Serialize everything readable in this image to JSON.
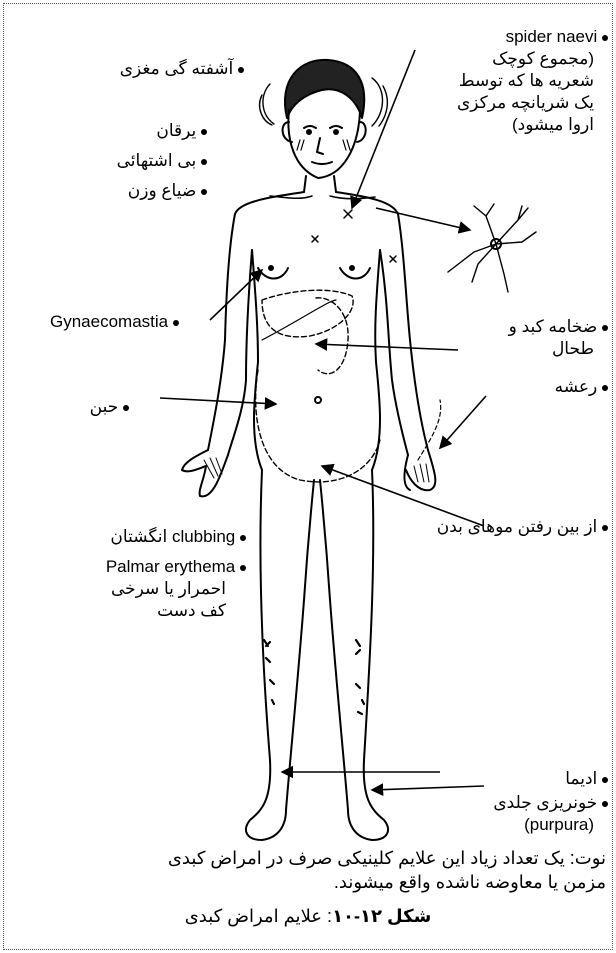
{
  "labels": {
    "spider_title": "spider naevi",
    "spider_lines": [
      "(مجموع کوچک",
      "شعریه ها که توسط",
      "یک شریانچه مرکزی",
      "اروا میشود)"
    ],
    "confusion": "آشفته گی مغزی",
    "jaundice": "یرقان",
    "anorexia": "بی اشتهائی",
    "weight_loss": "ضیاع وزن",
    "gynaecomastia": "Gynaecomastia",
    "liver_spleen_lines": [
      "ضخامه کبد و",
      "طحال"
    ],
    "tremor": "رعشه",
    "ascites": "حبن",
    "hair_loss": "از بین رفتن موهای بدن",
    "clubbing": "clubbing انگشتان",
    "palmar_title": "Palmar erythema",
    "palmar_lines": [
      "احمرار یا سرخی",
      "کف دست"
    ],
    "oedema": "ادیما",
    "purpura_title": "خونریزی جلدی",
    "purpura_en": "(purpura)"
  },
  "note": {
    "line1": "نوت: یک تعداد زیاد این علایم کلینیکی صرف در امراض کبدی",
    "line2": "مزمن یا معاوضه ناشده واقع میشوند."
  },
  "caption": {
    "prefix": "شکل ۱۲-۱۰",
    "title": ": علایم امراض کبدی"
  }
}
